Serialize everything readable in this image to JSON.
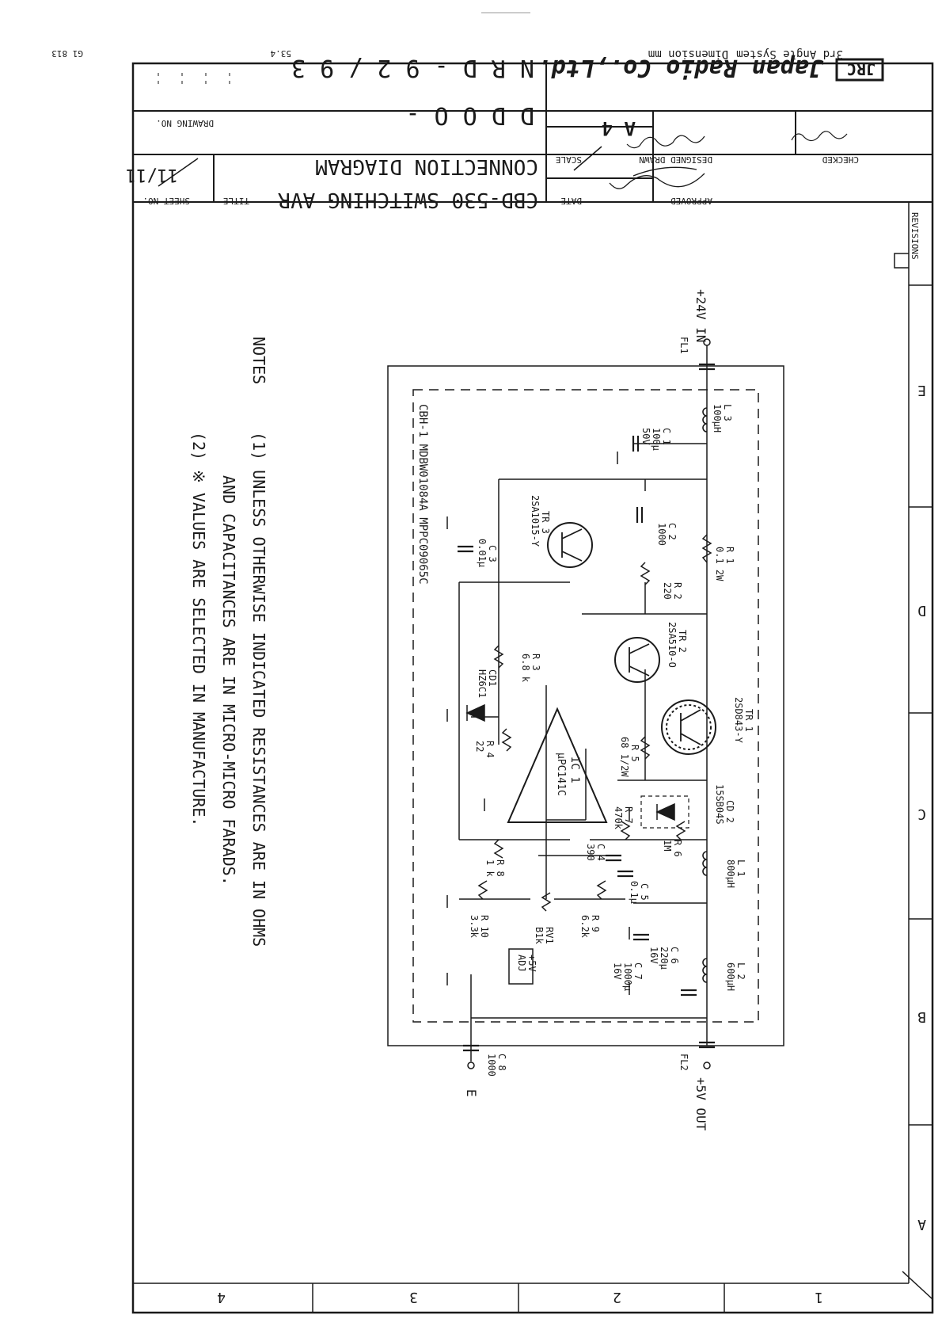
{
  "header": {
    "page_number": "53.4",
    "projection": "3rd Angle System",
    "dimension": "Dimension mm",
    "form_code": "G1 813"
  },
  "title_block": {
    "drawing_no_label": "DRAWING NO.",
    "drawing_no_line1": "N R D - 9 2 / 9 3",
    "drawing_no_line2": "D D O O -",
    "sheet_no_label": "SHEET NO.",
    "sheet_no": "11/11",
    "title_label": "TITLE",
    "title_line1": "CBD-530 SWITCHING AVR",
    "title_line2": "CONNECTION DIAGRAM",
    "company_badge": "JRC",
    "company_name": "Japan Radio Co.,Ltd.",
    "size": "A 4",
    "scale_label": "SCALE",
    "date_label": "DATE",
    "checked_label": "CHECKED",
    "designed_label": "DESIGNED DRAWN",
    "approved_label": "APPROVED",
    "revisions_label": "REVISIONS"
  },
  "grid": {
    "rows": [
      "E",
      "D",
      "C",
      "B",
      "A"
    ],
    "cols": [
      "1",
      "2",
      "3",
      "4"
    ]
  },
  "terminals": {
    "input": "+24V IN",
    "output": "+5V OUT",
    "ground": "E",
    "filter1": "FL1",
    "filter2": "FL2"
  },
  "board_label": "CBH-1  MDBW01084A  MPPC09065C",
  "components": {
    "L3": [
      "L 3",
      "100μH"
    ],
    "C1": [
      "C 1",
      "100μ",
      "50V"
    ],
    "C2": [
      "C 2",
      "1000"
    ],
    "R1": [
      "R 1",
      "0.1 2W"
    ],
    "TR3": [
      "TR 3",
      "2SA1015-Y"
    ],
    "C3": [
      "C 3",
      "0.01μ"
    ],
    "R2": [
      "R 2",
      "220"
    ],
    "TR2": [
      "TR 2",
      "2SA510-O"
    ],
    "R3": [
      "R 3",
      "6.8 k"
    ],
    "CD1": [
      "CD1",
      "HZ6C1"
    ],
    "TR1": [
      "TR 1",
      "2SD843-Y"
    ],
    "R5": [
      "R 5",
      "68 1/2W"
    ],
    "R4": [
      "R 4",
      "22"
    ],
    "IC1": [
      "IC 1",
      "μPC141C"
    ],
    "CD2": [
      "CD 2",
      "15SB04S"
    ],
    "R7": [
      "R 7",
      "470k"
    ],
    "R6": [
      "R 6",
      "1M"
    ],
    "L1": [
      "L 1",
      "800μH"
    ],
    "C4": [
      "C 4",
      "390"
    ],
    "C5": [
      "C 5",
      "0.1μ"
    ],
    "R8": [
      "R 8",
      "1 k"
    ],
    "R9": [
      "R 9",
      "6.2k"
    ],
    "RV1": [
      "RV1",
      "B1k"
    ],
    "R10": [
      "R 10",
      "3.3k"
    ],
    "C6": [
      "C 6",
      "220μ",
      "16V"
    ],
    "C7": [
      "C 7",
      "1000μ",
      "16V"
    ],
    "L2": [
      "L 2",
      "600μH"
    ],
    "C8": [
      "C 8",
      "1000"
    ],
    "adj": [
      "+5V",
      "ADJ"
    ]
  },
  "notes": {
    "heading": "NOTES",
    "note1_a": "(1)  UNLESS OTHERWISE INDICATED RESISTANCES ARE IN OHMS",
    "note1_b": "AND CAPACITANCES ARE IN MICRO-MICRO FARADS.",
    "note2": "(2) ※ VALUES ARE SELECTED IN MANUFACTURE."
  }
}
